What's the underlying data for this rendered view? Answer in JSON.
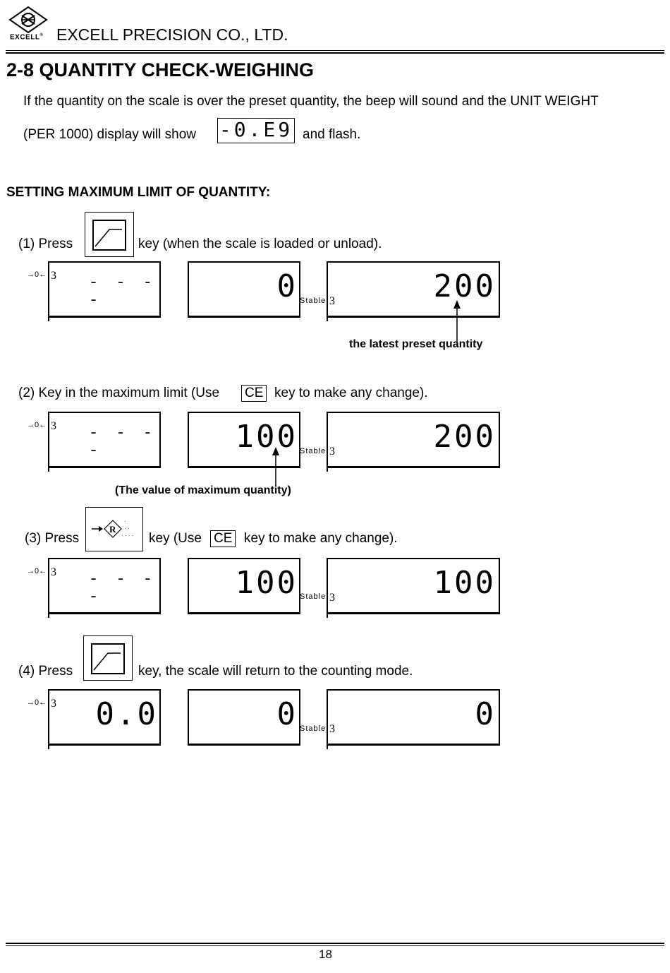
{
  "header": {
    "company": "EXCELL PRECISION CO., LTD.",
    "logo_text": "EXCELL",
    "logo_reg": "®"
  },
  "section": {
    "title": "2-8 QUANTITY CHECK-WEIGHING",
    "intro_line1": "If the quantity on the scale is over the preset quantity, the beep will sound and the UNIT WEIGHT",
    "intro_line2_before": "(PER 1000) display will show",
    "intro_display": "-0.E9",
    "intro_line2_after": "and flash.",
    "subheading": "SETTING MAXIMUM LIMIT OF QUANTITY:"
  },
  "indicators": {
    "zero": "→0←",
    "three": "3",
    "stable": "Stable",
    "dashes": "- - - -"
  },
  "steps": [
    {
      "label_before": "(1) Press",
      "label_after": "key (when the scale is loaded or unload).",
      "key_icon": "preset-quantity-key-icon",
      "displays": [
        "- - - -",
        "0",
        "200"
      ],
      "caption": "the latest preset quantity"
    },
    {
      "label_before": "(2) Key in the maximum limit (Use",
      "ce": "CE",
      "label_after": "key to make any change).",
      "displays": [
        "- - - -",
        "100",
        "200"
      ],
      "caption": "(The value of maximum quantity)"
    },
    {
      "label_before": "(3) Press",
      "ce_before": "key (Use",
      "ce": "CE",
      "label_after": "key to make any change).",
      "key_icon": "memory-recall-key-icon",
      "key_letter": "R",
      "displays": [
        "- - - -",
        "100",
        "100"
      ]
    },
    {
      "label_before": "(4) Press",
      "label_after": "key, the scale will return to the counting mode.",
      "key_icon": "preset-quantity-key-icon",
      "displays": [
        "0.0",
        "0",
        "0"
      ]
    }
  ],
  "footer": {
    "page_number": "18"
  }
}
